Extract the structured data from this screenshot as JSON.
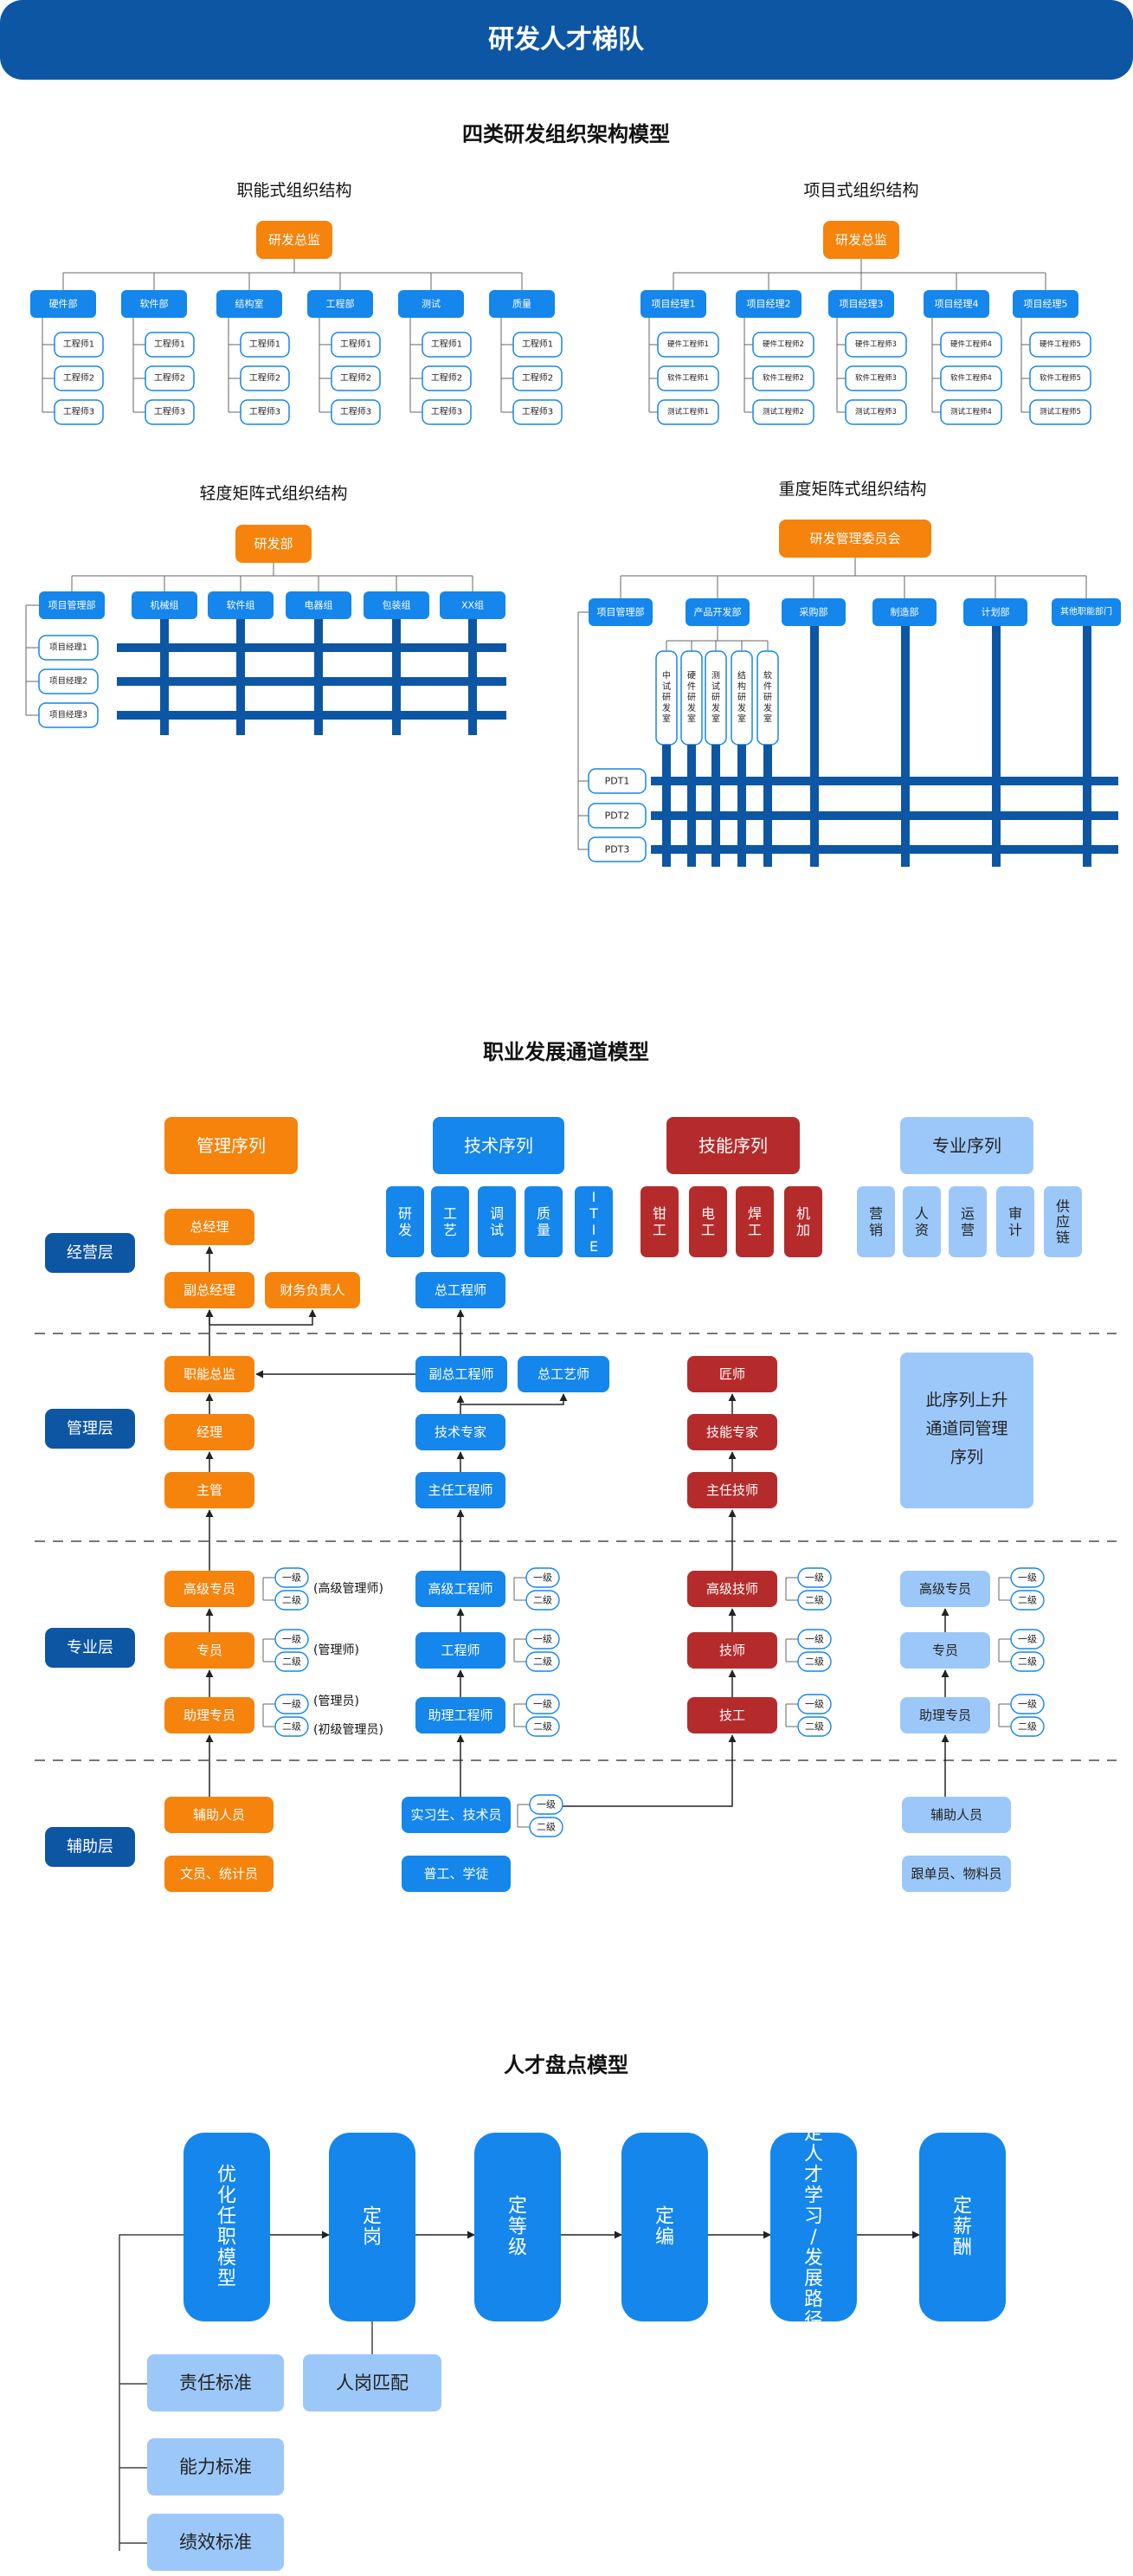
{
  "header": {
    "title": "研发人才梯队"
  },
  "org": {
    "title": "四类研发组织架构模型",
    "functional": {
      "title": "职能式组织结构",
      "root": "研发总监",
      "depts": [
        "硬件部",
        "软件部",
        "结构室",
        "工程部",
        "测试",
        "质量"
      ],
      "engineers": [
        "工程师1",
        "工程师2",
        "工程师3"
      ]
    },
    "project": {
      "title": "项目式组织结构",
      "root": "研发总监",
      "managers": [
        "项目经理1",
        "项目经理2",
        "项目经理3",
        "项目经理4",
        "项目经理5"
      ],
      "roles": [
        [
          "硬件工程师1",
          "软件工程师1",
          "测试工程师1"
        ],
        [
          "硬件工程师2",
          "软件工程师2",
          "测试工程师2"
        ],
        [
          "硬件工程师3",
          "软件工程师3",
          "测试工程师3"
        ],
        [
          "硬件工程师4",
          "软件工程师4",
          "测试工程师4"
        ],
        [
          "硬件工程师5",
          "软件工程师5",
          "测试工程师5"
        ]
      ]
    },
    "light": {
      "title": "轻度矩阵式组织结构",
      "root": "研发部",
      "depts": [
        "项目管理部",
        "机械组",
        "软件组",
        "电器组",
        "包装组",
        "XX组"
      ],
      "managers": [
        "项目经理1",
        "项目经理2",
        "项目经理3"
      ]
    },
    "heavy": {
      "title": "重度矩阵式组织结构",
      "root": "研发管理委员会",
      "depts": [
        "项目管理部",
        "产品开发部",
        "采购部",
        "制造部",
        "计划部",
        "其他职能部门"
      ],
      "subs": [
        "中试研发室",
        "硬件研发室",
        "测试研发室",
        "结构研发室",
        "软件研发室"
      ],
      "pdts": [
        "PDT1",
        "PDT2",
        "PDT3"
      ]
    }
  },
  "career": {
    "title": "职业发展通道模型",
    "seq": {
      "mgmt": "管理序列",
      "tech": "技术序列",
      "skill": "技能序列",
      "pro": "专业序列"
    },
    "tech_subs": [
      "研发",
      "工艺",
      "调试",
      "质量",
      "ITIE"
    ],
    "skill_subs": [
      "钳工",
      "电工",
      "焊工",
      "机加"
    ],
    "pro_subs": [
      "营销",
      "人资",
      "运营",
      "审计",
      "供应链"
    ],
    "layers": {
      "l1": "经营层",
      "l2": "管理层",
      "l3": "专业层",
      "l4": "辅助层"
    },
    "mgmt": {
      "gm": "总经理",
      "vgm": "副总经理",
      "fin": "财务负责人",
      "dir": "职能总监",
      "mgr": "经理",
      "sup": "主管",
      "sr": "高级专员",
      "mid": "专员",
      "jr": "助理专员",
      "aux1": "辅助人员",
      "aux2": "文员、统计员"
    },
    "notes": {
      "n1": "(高级管理师)",
      "n2": "(管理师)",
      "n3": "(管理员)",
      "n4": "(初级管理员)"
    },
    "tech": {
      "chief": "总工程师",
      "vice": "副总工程师",
      "craft": "总工艺师",
      "expert": "技术专家",
      "lead": "主任工程师",
      "sr": "高级工程师",
      "mid": "工程师",
      "jr": "助理工程师",
      "intern": "实习生、技术员",
      "worker": "普工、学徒"
    },
    "skill": {
      "master": "匠师",
      "expert": "技能专家",
      "lead": "主任技师",
      "sr": "高级技师",
      "mid": "技师",
      "jr": "技工"
    },
    "pro": {
      "note": "此序列上升通道同管理序列",
      "sr": "高级专员",
      "mid": "专员",
      "jr": "助理专员",
      "aux1": "辅助人员",
      "aux2": "跟单员、物料员"
    },
    "grade1": "一级",
    "grade2": "二级"
  },
  "talent": {
    "title": "人才盘点模型",
    "steps": [
      "优化任职模型",
      "定岗",
      "定等级",
      "定编",
      "定人才学习/发展路径",
      "定薪酬"
    ],
    "standards": [
      "责任标准",
      "能力标准",
      "绩效标准"
    ],
    "match": "人岗匹配"
  },
  "colors": {
    "blue_dark": "#0d56a4",
    "blue": "#1486ec",
    "orange": "#f5830c",
    "red": "#b52b2b",
    "light_blue": "#9cc8f9",
    "matrix": "#0d56a4"
  }
}
